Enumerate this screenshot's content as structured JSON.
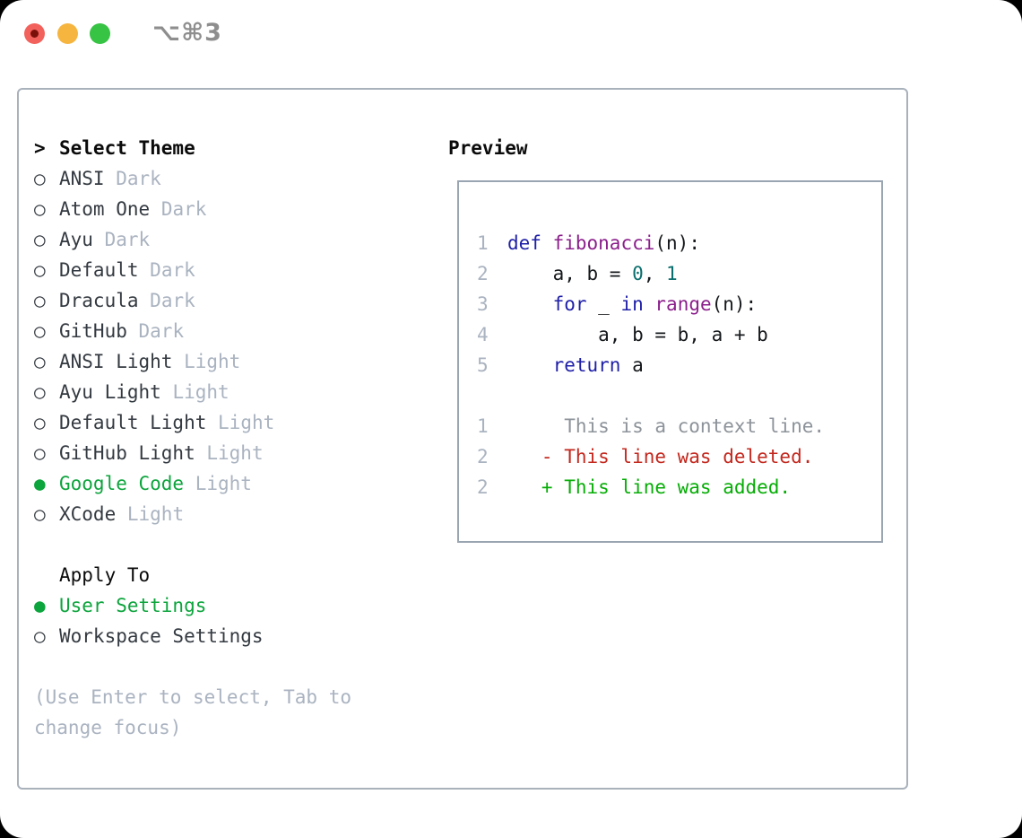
{
  "window": {
    "title": "⌥⌘3"
  },
  "selector": {
    "header_marker": ">",
    "header": "Select Theme",
    "marker_unselected": "○",
    "marker_selected": "●",
    "themes": [
      {
        "name": "ANSI",
        "variant": "Dark",
        "selected": false
      },
      {
        "name": "Atom One",
        "variant": "Dark",
        "selected": false
      },
      {
        "name": "Ayu",
        "variant": "Dark",
        "selected": false
      },
      {
        "name": "Default",
        "variant": "Dark",
        "selected": false
      },
      {
        "name": "Dracula",
        "variant": "Dark",
        "selected": false
      },
      {
        "name": "GitHub",
        "variant": "Dark",
        "selected": false
      },
      {
        "name": "ANSI Light",
        "variant": "Light",
        "selected": false
      },
      {
        "name": "Ayu Light",
        "variant": "Light",
        "selected": false
      },
      {
        "name": "Default Light",
        "variant": "Light",
        "selected": false
      },
      {
        "name": "GitHub Light",
        "variant": "Light",
        "selected": false
      },
      {
        "name": "Google Code",
        "variant": "Light",
        "selected": true
      },
      {
        "name": "XCode",
        "variant": "Light",
        "selected": false
      }
    ],
    "apply_to": {
      "header": "Apply To",
      "options": [
        {
          "label": "User Settings",
          "selected": true
        },
        {
          "label": "Workspace Settings",
          "selected": false
        }
      ]
    },
    "hint_lines": [
      "(Use Enter to select, Tab to",
      "change focus)"
    ]
  },
  "preview": {
    "header": "Preview",
    "code_lines": [
      {
        "num": "1",
        "tokens": [
          {
            "type": "kwd",
            "text": "def"
          },
          {
            "type": "pln",
            "text": " "
          },
          {
            "type": "typ",
            "text": "fibonacci"
          },
          {
            "type": "pln",
            "text": "(n):"
          }
        ]
      },
      {
        "num": "2",
        "tokens": [
          {
            "type": "pln",
            "text": "    a, b = "
          },
          {
            "type": "lit",
            "text": "0"
          },
          {
            "type": "pln",
            "text": ", "
          },
          {
            "type": "lit",
            "text": "1"
          }
        ]
      },
      {
        "num": "3",
        "tokens": [
          {
            "type": "pln",
            "text": "    "
          },
          {
            "type": "kwd",
            "text": "for"
          },
          {
            "type": "pln",
            "text": " _ "
          },
          {
            "type": "kwd",
            "text": "in"
          },
          {
            "type": "pln",
            "text": " "
          },
          {
            "type": "typ",
            "text": "range"
          },
          {
            "type": "pln",
            "text": "(n):"
          }
        ]
      },
      {
        "num": "4",
        "tokens": [
          {
            "type": "pln",
            "text": "        a, b = b, a + b"
          }
        ]
      },
      {
        "num": "5",
        "tokens": [
          {
            "type": "pln",
            "text": "    "
          },
          {
            "type": "kwd",
            "text": "return"
          },
          {
            "type": "pln",
            "text": " a"
          }
        ]
      }
    ],
    "diff_lines": [
      {
        "num": "1",
        "kind": "context",
        "text": "     This is a context line."
      },
      {
        "num": "2",
        "kind": "deleted",
        "text": "   - This line was deleted."
      },
      {
        "num": "2",
        "kind": "added",
        "text": "   + This line was added."
      }
    ]
  },
  "colors": {
    "accent_green": "#0ca43c",
    "text_primary": "#343a41",
    "text_black": "#0b0b0b",
    "text_muted": "#aab3c0",
    "panel_border": "#a9b1bb",
    "preview_border": "#9aa5b2",
    "line_number": "#aab3c0",
    "syntax_keyword": "#1f1fa8",
    "syntax_type": "#8b1f8b",
    "syntax_literal": "#0b6e6e",
    "syntax_plain": "#15181b",
    "diff_context": "#8d939a",
    "diff_deleted": "#c3281e",
    "diff_added": "#06ad06",
    "title_text": "#8e8e8e",
    "traffic_red": "#f2615b",
    "traffic_red_dot": "#7a100a",
    "traffic_yellow": "#f6b53f",
    "traffic_green": "#37c343"
  }
}
